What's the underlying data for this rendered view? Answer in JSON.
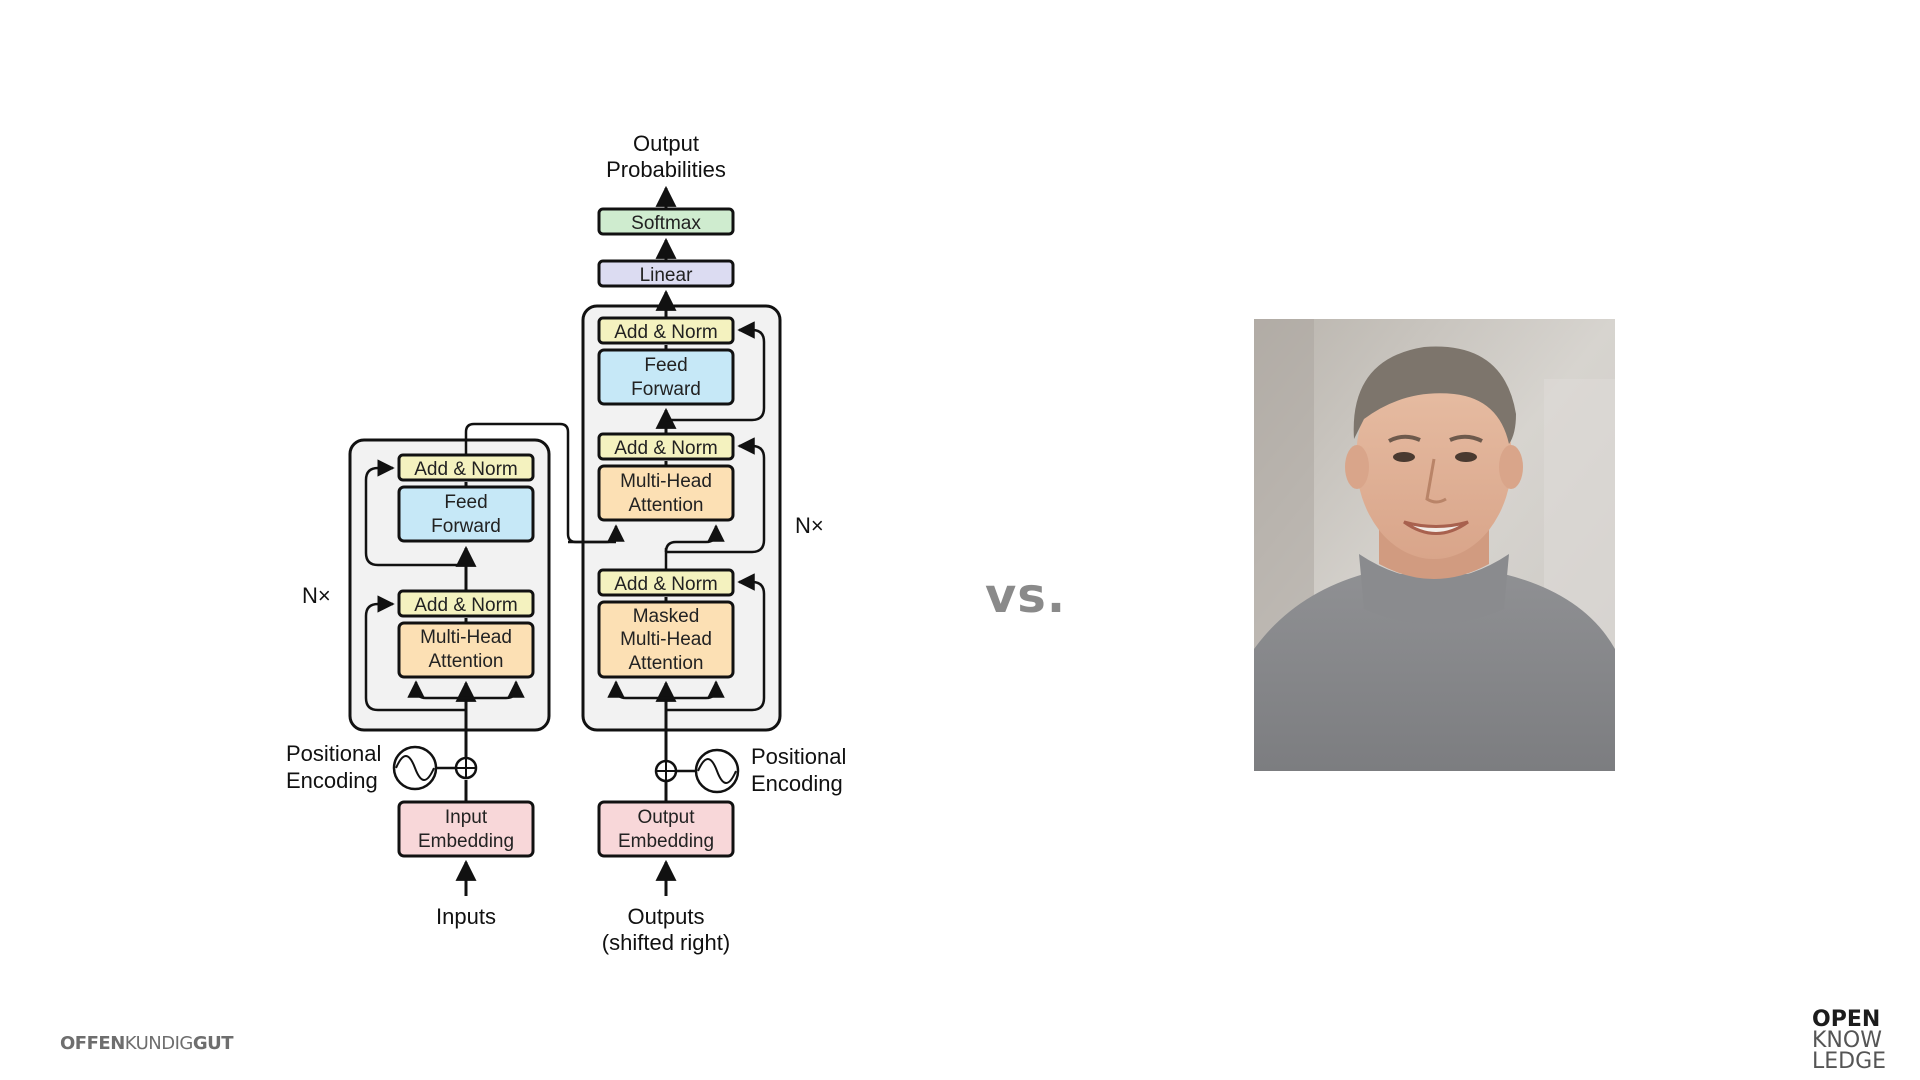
{
  "diagram": {
    "output_label_1": "Output",
    "output_label_2": "Probabilities",
    "softmax": "Softmax",
    "linear": "Linear",
    "add_norm": "Add & Norm",
    "feed": "Feed",
    "forward": "Forward",
    "multi_head": "Multi-Head",
    "attention": "Attention",
    "masked": "Masked",
    "nx": "N×",
    "positional": "Positional",
    "encoding": "Encoding",
    "input": "Input",
    "output": "Output",
    "embedding": "Embedding",
    "inputs": "Inputs",
    "outputs": "Outputs",
    "shifted_right": "(shifted right)"
  },
  "vs_text": "vs.",
  "photo": {
    "description_icon": "portrait-photo"
  },
  "brand_left": {
    "part1": "OFFEN",
    "part2": "KUNDIG",
    "part3": "GUT"
  },
  "brand_right": {
    "line1": "OPEN",
    "line2": "KNOW",
    "line3": "LEDGE"
  },
  "colors": {
    "attention": "#fce0b4",
    "feed_forward": "#c6e8f7",
    "add_norm": "#f4f2bf",
    "embedding": "#f8d7d9",
    "linear": "#dcdcf2",
    "softmax": "#cfeccf",
    "stack_bg": "#f2f2f2",
    "vs": "#8a8a8a",
    "brand_accent": "#1ba3d9"
  }
}
